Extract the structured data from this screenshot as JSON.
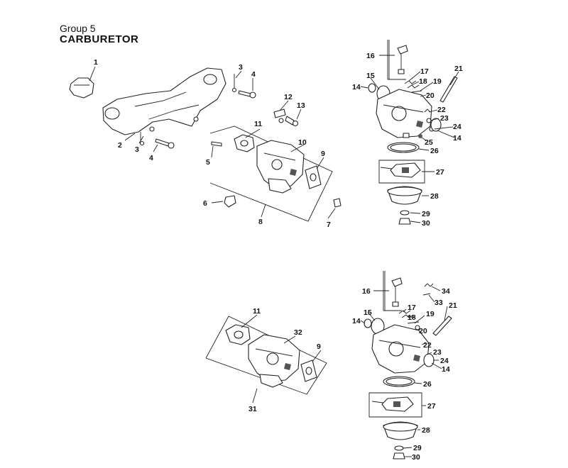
{
  "header": {
    "group": "Group 5",
    "title": "CARBURETOR"
  },
  "labels": {
    "1": "1",
    "2": "2",
    "3": "3",
    "4": "4",
    "5": "5",
    "6": "6",
    "7": "7",
    "8": "8",
    "9": "9",
    "10": "10",
    "11": "11",
    "12": "12",
    "13": "13",
    "14": "14",
    "15": "15",
    "16": "16",
    "17": "17",
    "18": "18",
    "19": "19",
    "20": "20",
    "21": "21",
    "22": "22",
    "23": "23",
    "24": "24",
    "25": "25",
    "26": "26",
    "27": "27",
    "28": "28",
    "29": "29",
    "30": "30",
    "31": "31",
    "32": "32",
    "33": "33",
    "34": "34"
  }
}
